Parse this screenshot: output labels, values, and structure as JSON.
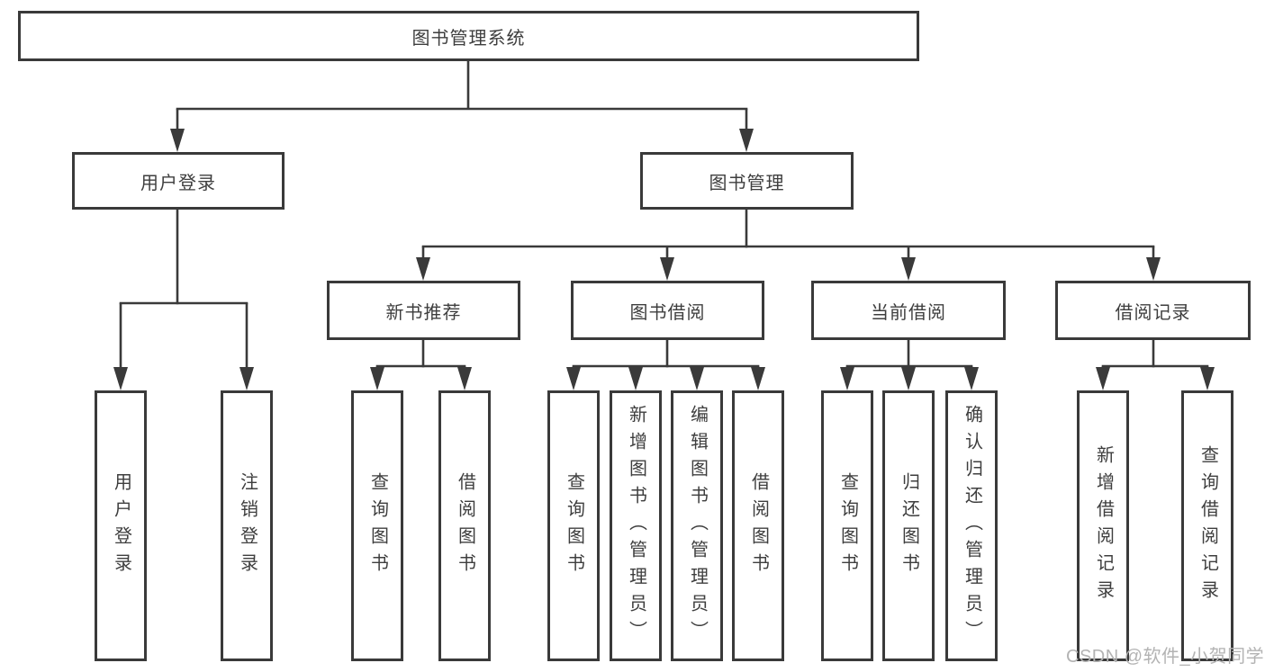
{
  "tree": {
    "label": "图书管理系统",
    "children": [
      {
        "label": "用户登录",
        "children": [
          {
            "label": "用户登录"
          },
          {
            "label": "注销登录"
          }
        ]
      },
      {
        "label": "图书管理",
        "children": [
          {
            "label": "新书推荐",
            "children": [
              {
                "label": "查询图书"
              },
              {
                "label": "借阅图书"
              }
            ]
          },
          {
            "label": "图书借阅",
            "children": [
              {
                "label": "查询图书"
              },
              {
                "label": "新增图书（管理员）"
              },
              {
                "label": "编辑图书（管理员）"
              },
              {
                "label": "借阅图书"
              }
            ]
          },
          {
            "label": "当前借阅",
            "children": [
              {
                "label": "查询图书"
              },
              {
                "label": "归还图书"
              },
              {
                "label": "确认归还（管理员）"
              }
            ]
          },
          {
            "label": "借阅记录",
            "children": [
              {
                "label": "新增借阅记录"
              },
              {
                "label": "查询借阅记录"
              }
            ]
          }
        ]
      }
    ]
  },
  "watermark": {
    "text": "CSDN @软件_小贺同学"
  },
  "colors": {
    "line": "#3a3a3a",
    "text": "#3e3e3e",
    "watermark": "#b3b3b3",
    "background": "#ffffff"
  }
}
